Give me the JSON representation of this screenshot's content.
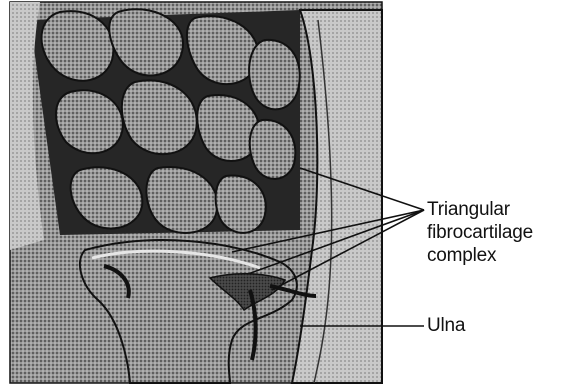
{
  "labels": {
    "tfcc": [
      "Triangular",
      "fibrocartilage",
      "complex"
    ],
    "ulna": "Ulna"
  },
  "colors": {
    "background": "#ffffff",
    "line": "#111111"
  }
}
